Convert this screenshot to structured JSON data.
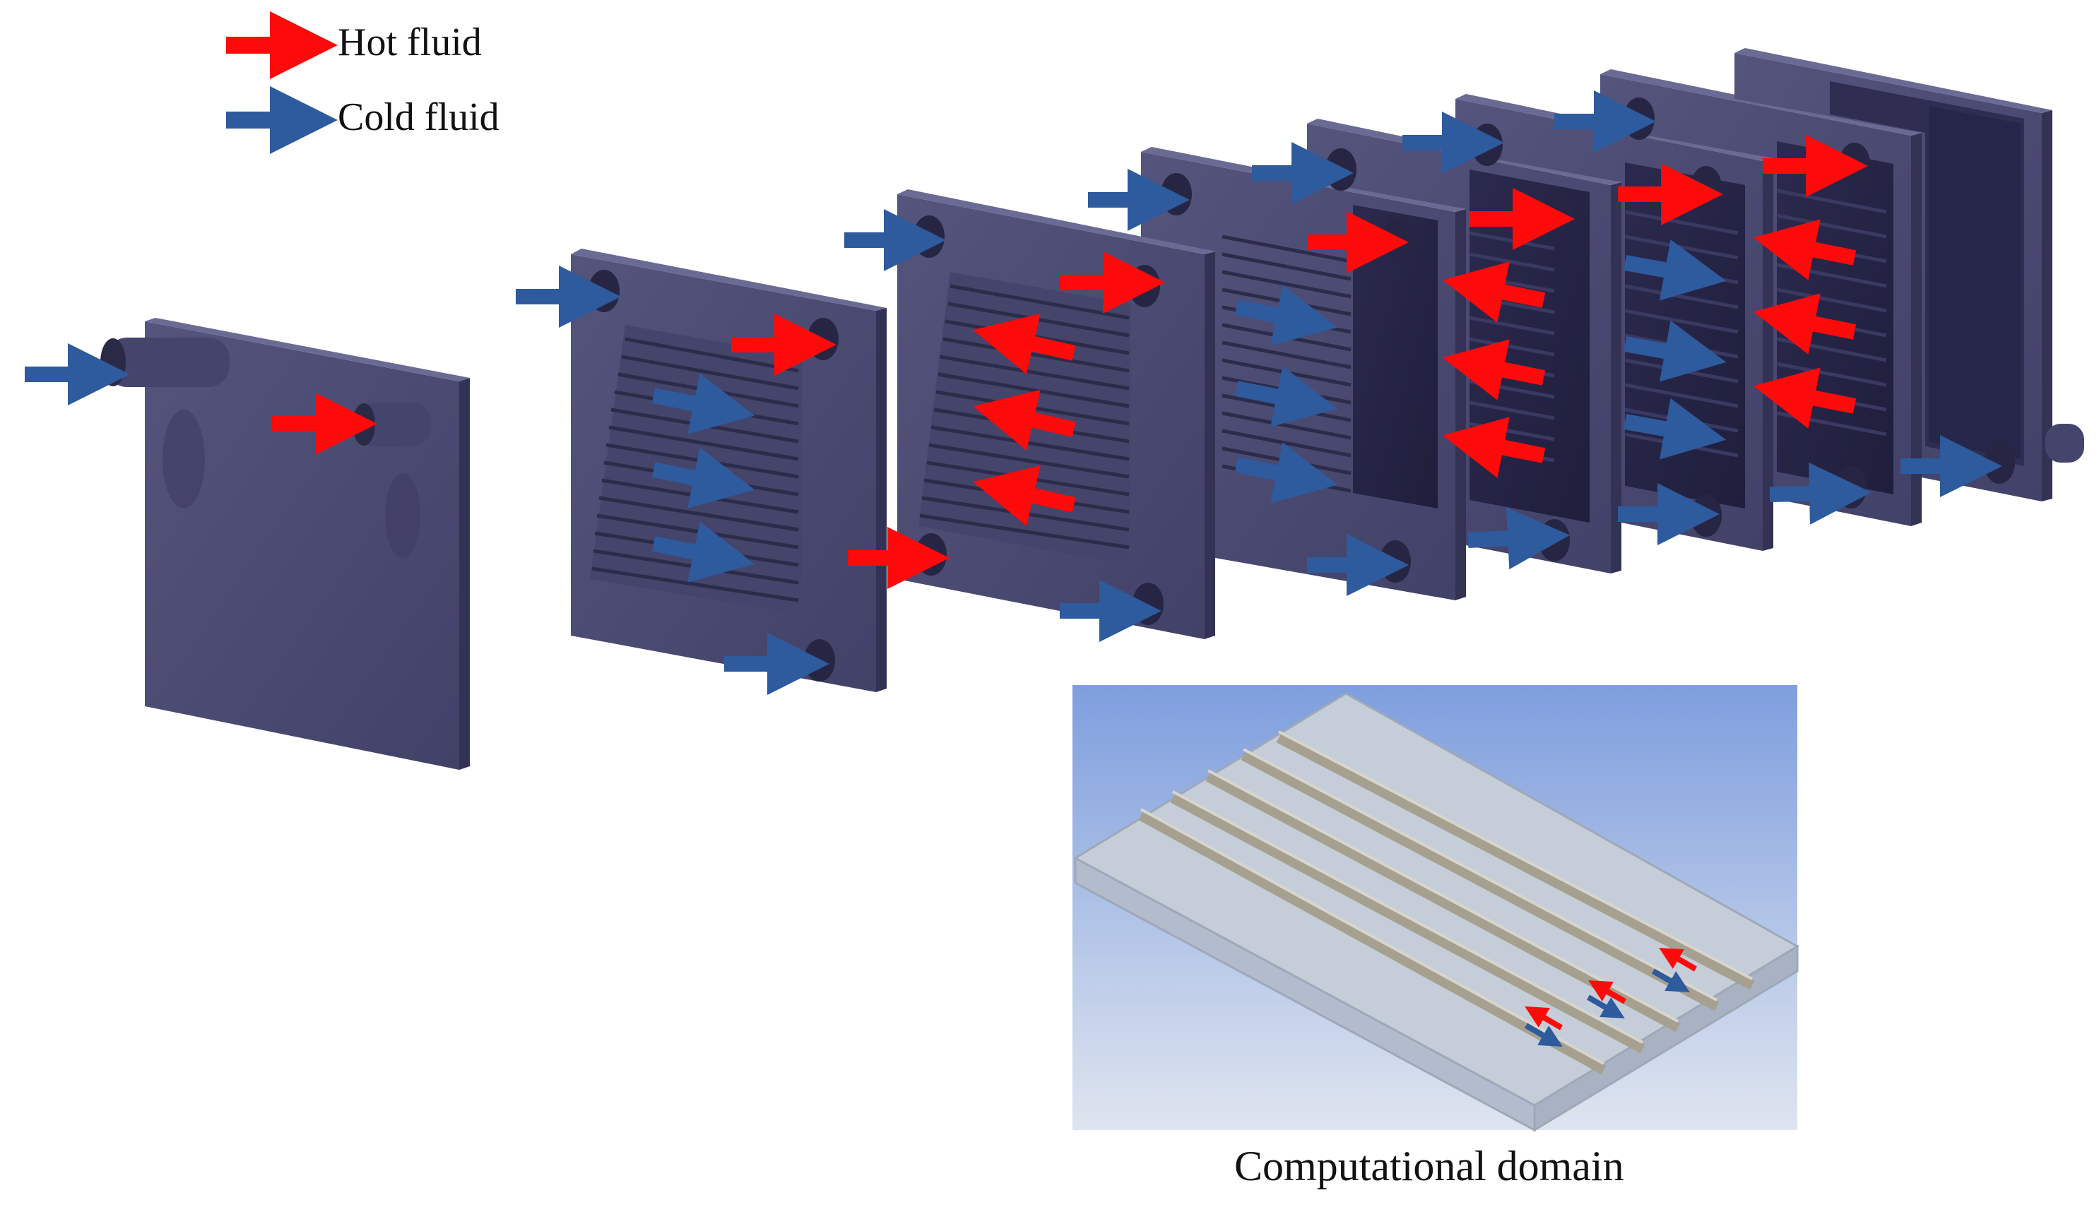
{
  "legend": {
    "hot_label": "Hot fluid",
    "cold_label": "Cold fluid"
  },
  "inset": {
    "caption": "Computational domain"
  },
  "colors": {
    "hot": "#ff0a0a",
    "cold": "#2e5a9e",
    "plate": "#4b4a70",
    "plate_side": "#333255",
    "plate_top": "#6b6a94",
    "inset_sky": "#8aa8e0",
    "inset_ground": "#c5cdd9"
  },
  "icons": {
    "hot_arrow": "hot-fluid-arrow-icon",
    "cold_arrow": "cold-fluid-arrow-icon"
  }
}
